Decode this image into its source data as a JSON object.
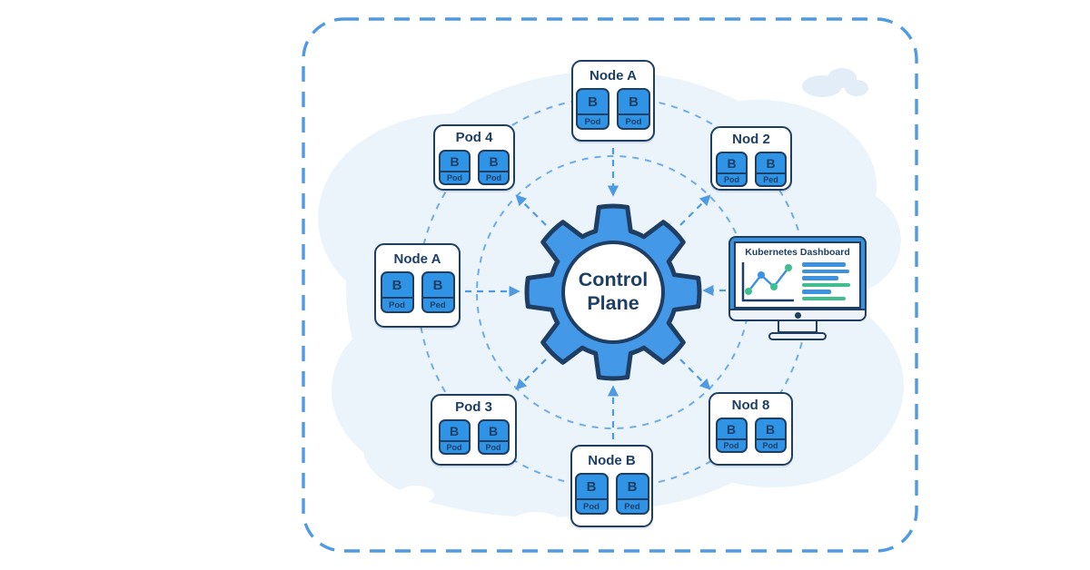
{
  "control_plane": {
    "line1": "Control",
    "line2": "Plane"
  },
  "dashboard": {
    "title": "Kubernetes Dashboard",
    "chart": {
      "type": "line+bars",
      "line_points": [
        {
          "x": 10,
          "y": 36,
          "dot": "green"
        },
        {
          "x": 24,
          "y": 18,
          "dot": "blue"
        },
        {
          "x": 38,
          "y": 31,
          "dot": "green"
        },
        {
          "x": 54,
          "y": 10,
          "dot": "green"
        }
      ],
      "bars": [
        {
          "color": "blue",
          "width": 48
        },
        {
          "color": "blue",
          "width": 52
        },
        {
          "color": "blue",
          "width": 40
        },
        {
          "color": "green",
          "width": 53
        },
        {
          "color": "blue",
          "width": 32
        },
        {
          "color": "green",
          "width": 48
        }
      ]
    }
  },
  "nodes": [
    {
      "label": "Node A",
      "pods": [
        {
          "letter": "B",
          "caption": "Pod"
        },
        {
          "letter": "B",
          "caption": "Pod"
        }
      ]
    },
    {
      "label": "Nod 2",
      "pods": [
        {
          "letter": "B",
          "caption": "Pod"
        },
        {
          "letter": "B",
          "caption": "Ped"
        }
      ]
    },
    {
      "label": "Pod 4",
      "pods": [
        {
          "letter": "B",
          "caption": "Pod"
        },
        {
          "letter": "B",
          "caption": "Pod"
        }
      ]
    },
    {
      "label": "Node A",
      "pods": [
        {
          "letter": "B",
          "caption": "Pod"
        },
        {
          "letter": "B",
          "caption": "Ped"
        }
      ]
    },
    {
      "label": "Pod 3",
      "pods": [
        {
          "letter": "B",
          "caption": "Pod"
        },
        {
          "letter": "B",
          "caption": "Pod"
        }
      ]
    },
    {
      "label": "Node B",
      "pods": [
        {
          "letter": "B",
          "caption": "Pod"
        },
        {
          "letter": "B",
          "caption": "Ped"
        }
      ]
    },
    {
      "label": "Nod 8",
      "pods": [
        {
          "letter": "B",
          "caption": "Pod"
        },
        {
          "letter": "B",
          "caption": "Pod"
        }
      ]
    }
  ],
  "colors": {
    "accent-blue": "#3c92e0",
    "gear-blue": "#4498e8",
    "pod-blue": "#2f93e6",
    "navy": "#1e3f63",
    "dash-blue": "#4f9ae2",
    "green": "#3fbe8e",
    "blob": "#ebf3fb",
    "cloud": "#e2edf8",
    "monitor-frame": "#3d8fd8",
    "bezel": "#edf3f9"
  }
}
